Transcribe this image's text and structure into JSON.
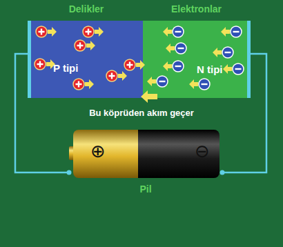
{
  "diagram": {
    "nodes": [
      {
        "text": [
          "Delikler",
          "P tipi"
        ]
      },
      {
        "text": [
          "Elektronlar",
          "N tipi"
        ]
      },
      {
        "text": [
          "⊕",
          "⊖",
          "Pil"
        ]
      }
    ],
    "edges": [
      {
        "from": 0,
        "to": 2,
        "arrow": "none"
      },
      {
        "from": 1,
        "to": 2,
        "arrow": "none"
      }
    ],
    "labels": [
      "Bu köprüden akım geçer"
    ]
  }
}
